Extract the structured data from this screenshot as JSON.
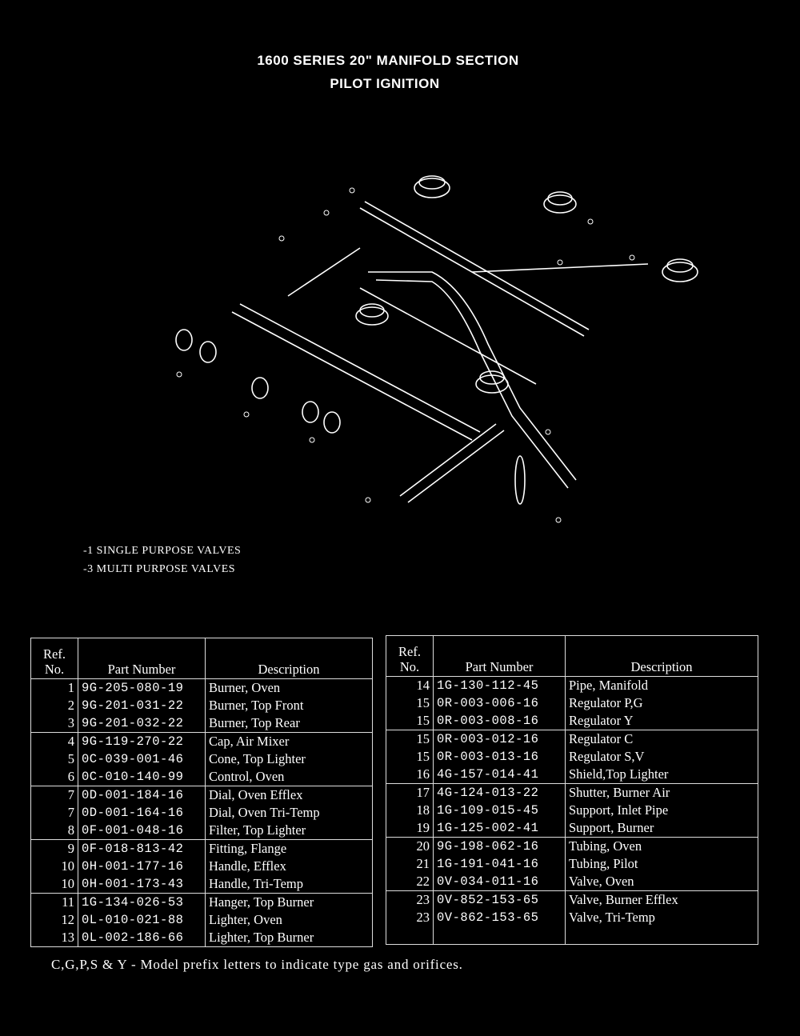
{
  "header": {
    "title": "1600 SERIES 20\" MANIFOLD SECTION",
    "subtitle": "PILOT IGNITION"
  },
  "notes": [
    "-1 SINGLE PURPOSE VALVES",
    "-3 MULTI PURPOSE VALVES"
  ],
  "table_headers": {
    "ref": [
      "Ref.",
      "No."
    ],
    "part": "Part Number",
    "desc": "Description"
  },
  "left_rows": [
    {
      "ref": "1",
      "part": "9G-205-080-19",
      "desc": "Burner, Oven"
    },
    {
      "ref": "2",
      "part": "9G-201-031-22",
      "desc": "Burner, Top Front"
    },
    {
      "ref": "3",
      "part": "9G-201-032-22",
      "desc": "Burner, Top Rear"
    },
    {
      "ref": "4",
      "part": "9G-119-270-22",
      "desc": "Cap, Air Mixer"
    },
    {
      "ref": "5",
      "part": "0C-039-001-46",
      "desc": "Cone, Top Lighter"
    },
    {
      "ref": "6",
      "part": "0C-010-140-99",
      "desc": "Control, Oven"
    },
    {
      "ref": "7",
      "part": "0D-001-184-16",
      "desc": "Dial, Oven Efflex"
    },
    {
      "ref": "7",
      "part": "0D-001-164-16",
      "desc": "Dial, Oven Tri-Temp"
    },
    {
      "ref": "8",
      "part": "0F-001-048-16",
      "desc": "Filter, Top Lighter"
    },
    {
      "ref": "9",
      "part": "0F-018-813-42",
      "desc": "Fitting, Flange"
    },
    {
      "ref": "10",
      "part": "0H-001-177-16",
      "desc": "Handle, Efflex"
    },
    {
      "ref": "10",
      "part": "0H-001-173-43",
      "desc": "Handle, Tri-Temp"
    },
    {
      "ref": "11",
      "part": "1G-134-026-53",
      "desc": "Hanger, Top Burner"
    },
    {
      "ref": "12",
      "part": "0L-010-021-88",
      "desc": "Lighter, Oven"
    },
    {
      "ref": "13",
      "part": "0L-002-186-66",
      "desc": "Lighter, Top Burner"
    }
  ],
  "right_rows": [
    {
      "ref": "14",
      "part": "1G-130-112-45",
      "desc": "Pipe, Manifold"
    },
    {
      "ref": "15",
      "part": "0R-003-006-16",
      "desc": "Regulator P,G"
    },
    {
      "ref": "15",
      "part": "0R-003-008-16",
      "desc": "Regulator Y"
    },
    {
      "ref": "15",
      "part": "0R-003-012-16",
      "desc": "Regulator C"
    },
    {
      "ref": "15",
      "part": "0R-003-013-16",
      "desc": "Regulator S,V"
    },
    {
      "ref": "16",
      "part": "4G-157-014-41",
      "desc": "Shield,Top Lighter"
    },
    {
      "ref": "17",
      "part": "4G-124-013-22",
      "desc": "Shutter, Burner Air"
    },
    {
      "ref": "18",
      "part": "1G-109-015-45",
      "desc": "Support, Inlet Pipe"
    },
    {
      "ref": "19",
      "part": "1G-125-002-41",
      "desc": "Support, Burner"
    },
    {
      "ref": "20",
      "part": "9G-198-062-16",
      "desc": "Tubing, Oven"
    },
    {
      "ref": "21",
      "part": "1G-191-041-16",
      "desc": "Tubing, Pilot"
    },
    {
      "ref": "22",
      "part": "0V-034-011-16",
      "desc": "Valve, Oven"
    },
    {
      "ref": "23",
      "part": "0V-852-153-65",
      "desc": "Valve, Burner Efflex"
    },
    {
      "ref": "23",
      "part": "0V-862-153-65",
      "desc": "Valve, Tri-Temp"
    },
    {
      "ref": "",
      "part": "",
      "desc": ""
    }
  ],
  "footer": "C,G,P,S & Y - Model prefix letters to indicate type gas and orifices."
}
